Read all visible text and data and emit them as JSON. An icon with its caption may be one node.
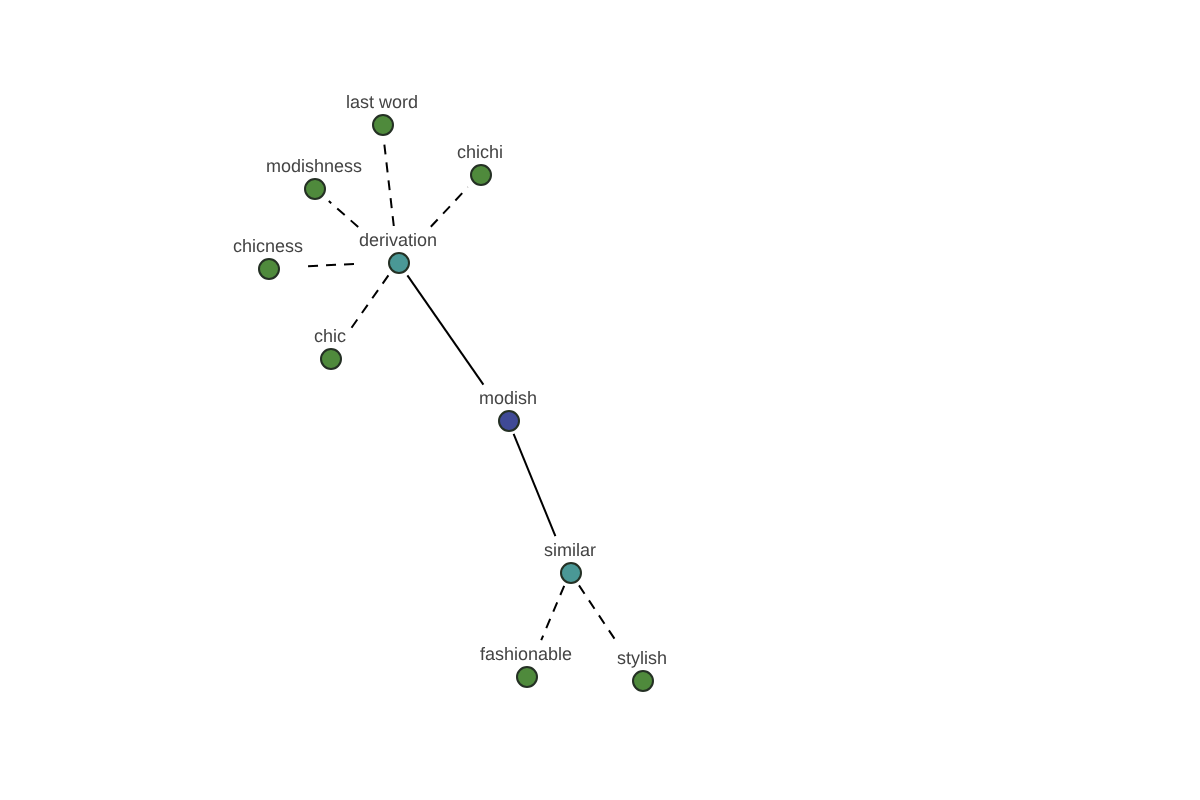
{
  "diagram": {
    "nodes": [
      {
        "text": [
          "last word"
        ]
      },
      {
        "text": [
          "modishness"
        ]
      },
      {
        "text": [
          "chichi"
        ]
      },
      {
        "text": [
          "chicness"
        ]
      },
      {
        "text": [
          "derivation"
        ]
      },
      {
        "text": [
          "chic"
        ]
      },
      {
        "text": [
          "modish"
        ]
      },
      {
        "text": [
          "similar"
        ]
      },
      {
        "text": [
          "fashionable"
        ]
      },
      {
        "text": [
          "stylish"
        ]
      }
    ],
    "edges": [
      {
        "from": 4,
        "to": 0,
        "arrow": "none",
        "style": "dashed"
      },
      {
        "from": 4,
        "to": 1,
        "arrow": "none",
        "style": "dashed"
      },
      {
        "from": 4,
        "to": 2,
        "arrow": "none",
        "style": "dashed"
      },
      {
        "from": 4,
        "to": 3,
        "arrow": "none",
        "style": "dashed"
      },
      {
        "from": 4,
        "to": 5,
        "arrow": "none",
        "style": "dashed"
      },
      {
        "from": 4,
        "to": 6,
        "arrow": "none"
      },
      {
        "from": 6,
        "to": 7,
        "arrow": "none"
      },
      {
        "from": 7,
        "to": 8,
        "arrow": "none",
        "style": "dashed"
      },
      {
        "from": 7,
        "to": 9,
        "arrow": "none",
        "style": "dashed"
      }
    ]
  }
}
